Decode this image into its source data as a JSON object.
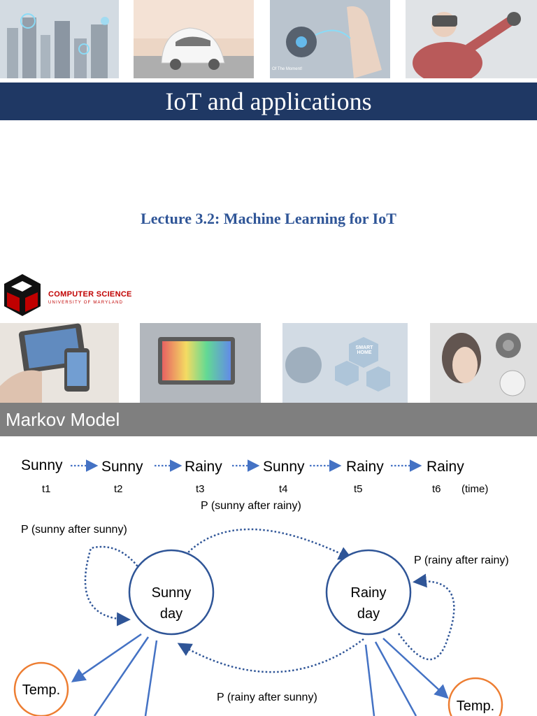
{
  "slide1": {
    "title": "IoT and applications",
    "subtitle": "Lecture 3.2: Machine Learning for IoT",
    "logo": {
      "name": "COMPUTER SCIENCE",
      "university": "UNIVERSITY OF MARYLAND"
    },
    "photo_captions": {
      "smart_speaker": "Of The Moment!",
      "smart_home": "SMART HOME"
    }
  },
  "slide2": {
    "header": "Markov Model",
    "sequence": [
      {
        "state": "Sunny",
        "time": "t1"
      },
      {
        "state": "Sunny",
        "time": "t2"
      },
      {
        "state": "Rainy",
        "time": "t3"
      },
      {
        "state": "Sunny",
        "time": "t4"
      },
      {
        "state": "Rainy",
        "time": "t5"
      },
      {
        "state": "Rainy",
        "time": "t6"
      }
    ],
    "time_label": "(time)",
    "states": {
      "sunny": {
        "line1": "Sunny",
        "line2": "day"
      },
      "rainy": {
        "line1": "Rainy",
        "line2": "day"
      }
    },
    "transitions": {
      "sunny_after_sunny": "P (sunny after sunny)",
      "sunny_after_rainy": "P (sunny after rainy)",
      "rainy_after_rainy": "P (rainy after rainy)",
      "rainy_after_sunny": "P (rainy after sunny)"
    },
    "observations": {
      "left": "Temp.",
      "right": "Temp."
    },
    "colors": {
      "header_bg": "#7f7f7f",
      "title_band": "#1f3864",
      "subtitle": "#2f5597",
      "state_ring": "#2f5597",
      "arrow": "#4472c4",
      "observation_ring": "#ed7d31",
      "logo_red": "#c00000"
    }
  }
}
